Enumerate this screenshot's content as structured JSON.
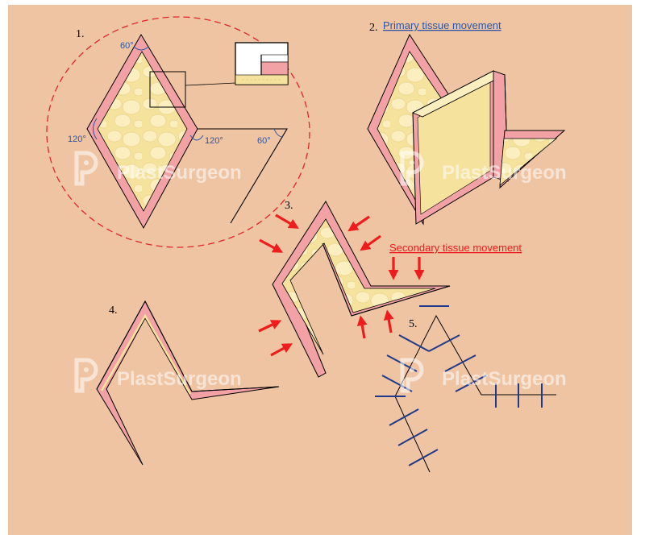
{
  "colors": {
    "background": "#EFC4A2",
    "skin": "#F2A1A5",
    "fat": "#F5E29C",
    "fat_light": "#FBEFC0",
    "outline": "#000000",
    "angle_annotation": "#2B56A8",
    "circle_dash": "#E0262A",
    "secondary_arrows": "#EE1C1C",
    "suture_marks": "#1F3A8A",
    "watermark": "#FFFFFF"
  },
  "steps": {
    "step1": {
      "number": "1."
    },
    "step2": {
      "number": "2.",
      "label": "Primary tissue movement"
    },
    "step3": {
      "number": "3.",
      "label": "Secondary tissue movement"
    },
    "step4": {
      "number": "4."
    },
    "step5": {
      "number": "5."
    }
  },
  "angles": {
    "top": "60°",
    "left": "120°",
    "right": "120°",
    "far_right": "60°"
  },
  "watermark": {
    "text": "PlastSurgeon",
    "icon": "plastsurgeon-logo-icon"
  }
}
